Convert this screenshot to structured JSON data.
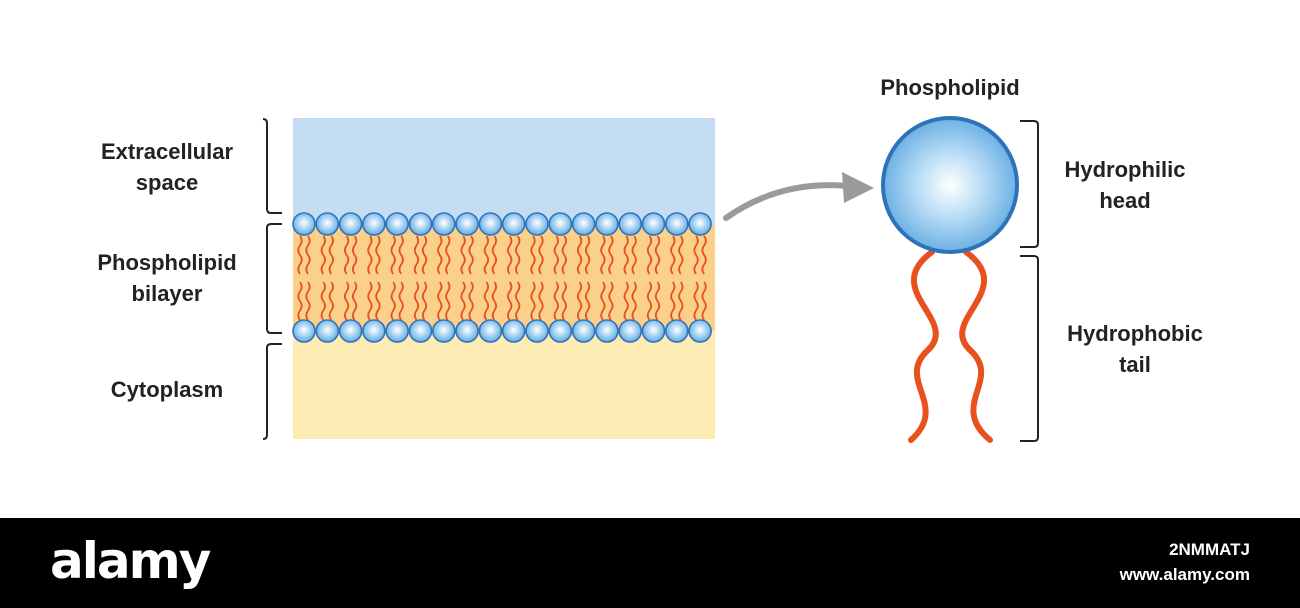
{
  "labels": {
    "extracellular_line1": "Extracellular",
    "extracellular_line2": "space",
    "bilayer_line1": "Phospholipid",
    "bilayer_line2": "bilayer",
    "cytoplasm": "Cytoplasm",
    "phospholipid_title": "Phospholipid",
    "head_line1": "Hydrophilic",
    "head_line2": "head",
    "tail_line1": "Hydrophobic",
    "tail_line2": "tail"
  },
  "footer": {
    "logo": "alamy",
    "image_id": "2NMMATJ",
    "url": "www.alamy.com"
  },
  "colors": {
    "extracellular": "#c5ddf2",
    "cytoplasm": "#fcebb2",
    "bilayer_core": "#fbd08a",
    "tail": "#e8511e",
    "head_fill": "#8cc4ec",
    "head_stroke": "#2e73ba",
    "arrow": "#9a9a9a",
    "bracket": "#222222"
  }
}
